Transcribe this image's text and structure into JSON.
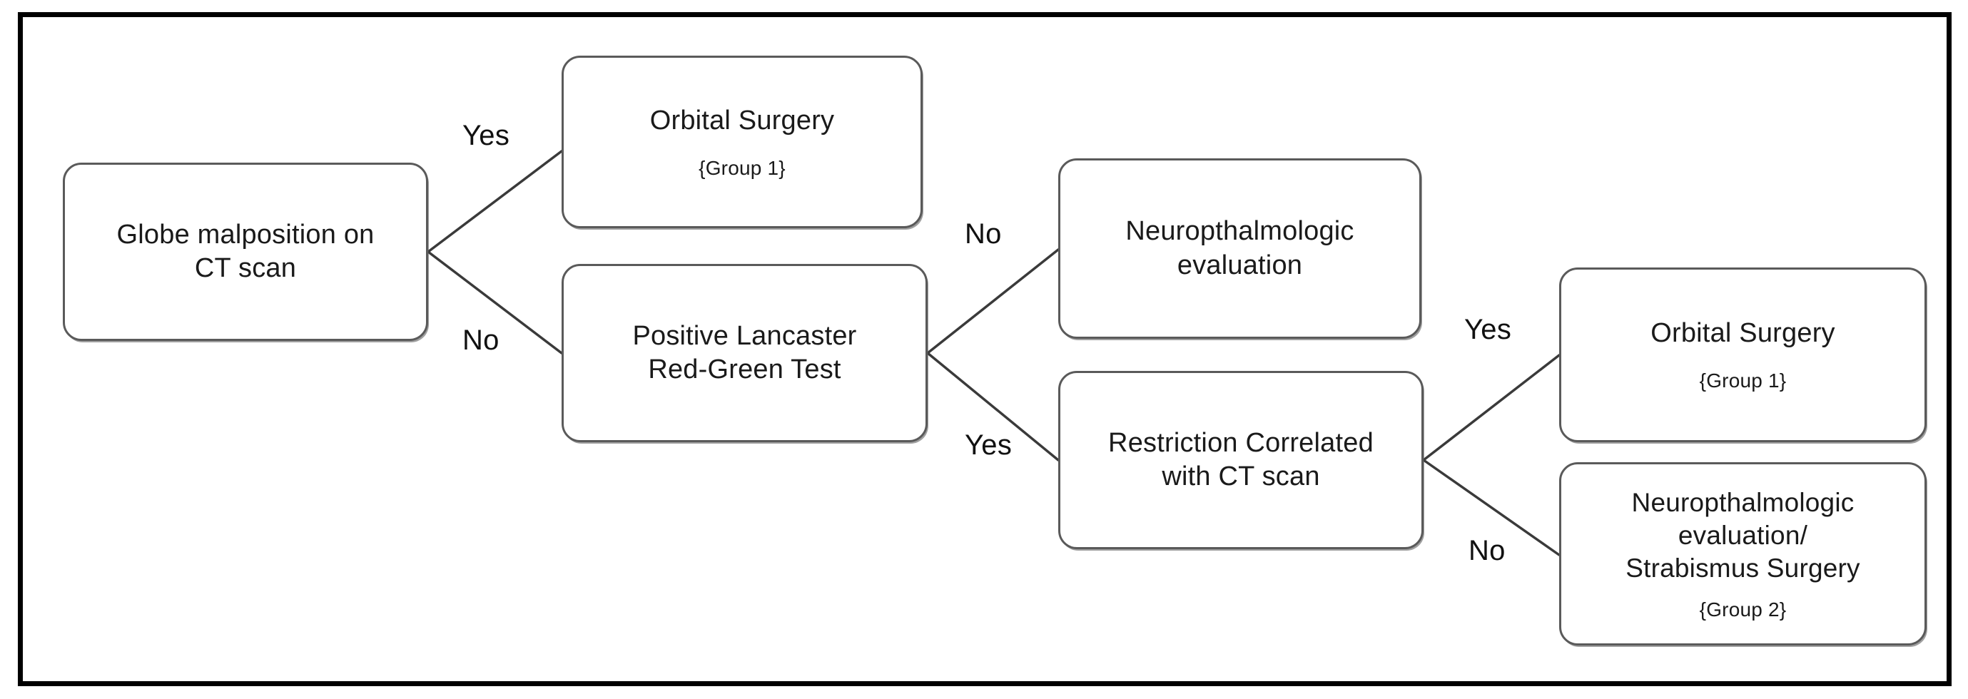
{
  "diagram": {
    "type": "flowchart",
    "orientation": "left-to-right",
    "frame_color": "#000000",
    "node_border_color": "#5a5a5a",
    "background_color": "#ffffff",
    "text_color": "#1a1a1a",
    "nodes": [
      {
        "id": "globe-malposition",
        "title": "Globe malposition on\nCT scan",
        "group": "",
        "kind": "decision"
      },
      {
        "id": "orbital-surgery-1",
        "title": "Orbital Surgery",
        "group": "{Group 1}",
        "kind": "outcome"
      },
      {
        "id": "lancaster-test",
        "title": "Positive Lancaster\nRed-Green Test",
        "group": "",
        "kind": "decision"
      },
      {
        "id": "neuro-eval",
        "title": "Neuropthalmologic\nevaluation",
        "group": "",
        "kind": "outcome"
      },
      {
        "id": "restriction-ct",
        "title": "Restriction Correlated\nwith CT scan",
        "group": "",
        "kind": "decision"
      },
      {
        "id": "orbital-surgery-2",
        "title": "Orbital Surgery",
        "group": "{Group 1}",
        "kind": "outcome"
      },
      {
        "id": "neuro-strabismus",
        "title": "Neuropthalmologic\nevaluation/\nStrabismus Surgery",
        "group": "{Group 2}",
        "kind": "outcome"
      }
    ],
    "edges": [
      {
        "id": "e1",
        "from": "globe-malposition",
        "to": "orbital-surgery-1",
        "label": "Yes"
      },
      {
        "id": "e2",
        "from": "globe-malposition",
        "to": "lancaster-test",
        "label": "No"
      },
      {
        "id": "e3",
        "from": "lancaster-test",
        "to": "neuro-eval",
        "label": "No"
      },
      {
        "id": "e4",
        "from": "lancaster-test",
        "to": "restriction-ct",
        "label": "Yes"
      },
      {
        "id": "e5",
        "from": "restriction-ct",
        "to": "orbital-surgery-2",
        "label": "Yes"
      },
      {
        "id": "e6",
        "from": "restriction-ct",
        "to": "neuro-strabismus",
        "label": "No"
      }
    ]
  }
}
